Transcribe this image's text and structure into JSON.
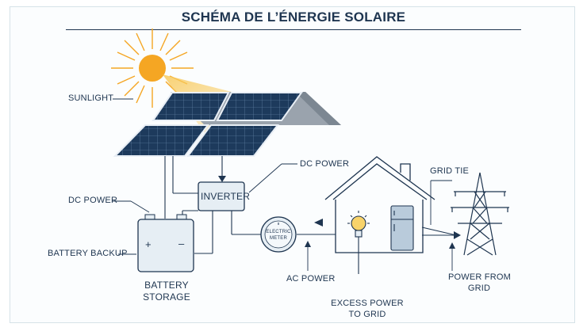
{
  "title": "SCHÉMA DE L’ÉNERGIE SOLAIRE",
  "labels": {
    "sunlight": "SUNLIGHT",
    "dc_power_left": "DC POWER",
    "dc_power_top": "DC POWER",
    "battery_backup": "BATTERY BACKUP",
    "battery_storage_line1": "BATTERY",
    "battery_storage_line2": "STORAGE",
    "inverter": "INVERTER",
    "electric_meter_line1": "ELECTRIC",
    "electric_meter_line2": "METER",
    "ac_power": "AC POWER",
    "excess_power_line1": "EXCESS POWER",
    "excess_power_line2": "TO GRID",
    "grid_tie": "GRID TIE",
    "power_from_grid_line1": "POWER FROM",
    "power_from_grid_line2": "GRID",
    "battery_plus": "+",
    "battery_minus": "–"
  },
  "colors": {
    "line": "#1e3550",
    "sun": "#f5a623",
    "panel": "#1d3a5c",
    "roof": "#9aa3ad",
    "component_fill": "#e6eef4"
  },
  "icons": [
    "sun-icon",
    "solar-panel-icon",
    "house-icon",
    "light-bulb-icon",
    "refrigerator-icon",
    "transmission-tower-icon",
    "battery-icon",
    "electric-meter-icon"
  ]
}
